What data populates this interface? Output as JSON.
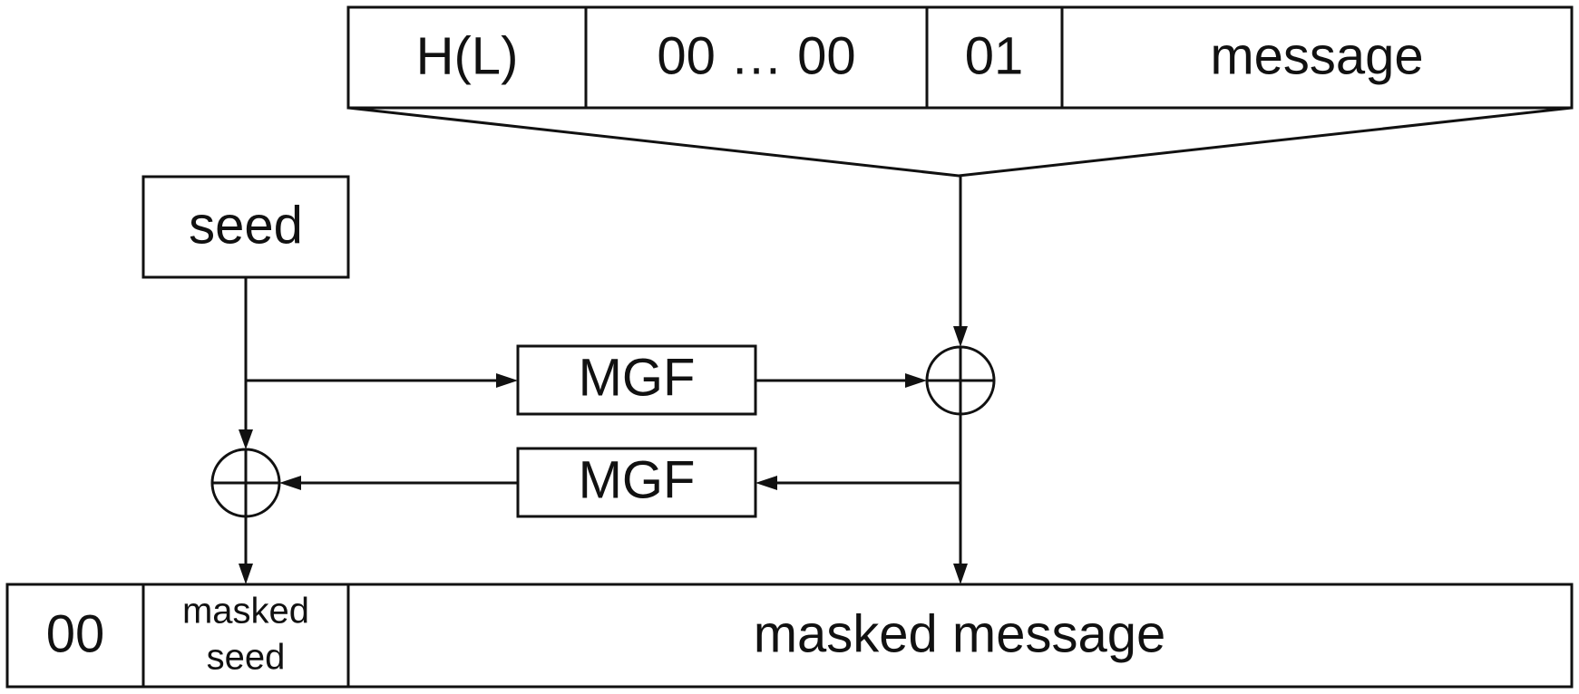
{
  "data_block": {
    "cells": [
      "H(L)",
      "00 … 00",
      "01",
      "message"
    ]
  },
  "seed": {
    "label": "seed"
  },
  "mgf_upper": {
    "label": "MGF"
  },
  "mgf_lower": {
    "label": "MGF"
  },
  "output_block": {
    "zero_byte": "00",
    "masked_seed_line1": "masked",
    "masked_seed_line2": "seed",
    "masked_message": "masked message"
  }
}
